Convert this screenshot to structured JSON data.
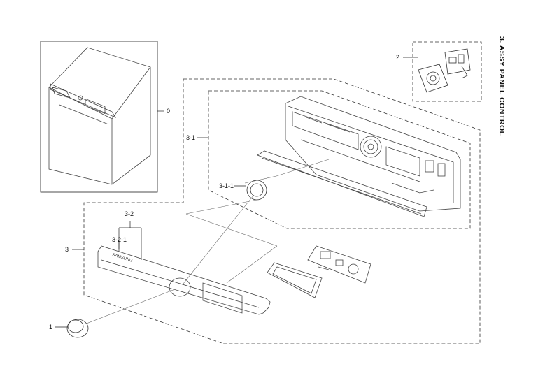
{
  "title": "3. ASSY PANEL CONTROL",
  "labels": {
    "p0": "0",
    "p1": "1",
    "p2": "2",
    "p3": "3",
    "p3_1": "3-1",
    "p3_1_1": "3-1-1",
    "p3_2": "3-2",
    "p3_2_1": "3-2-1"
  },
  "brand_mark": "SAMSUNG"
}
